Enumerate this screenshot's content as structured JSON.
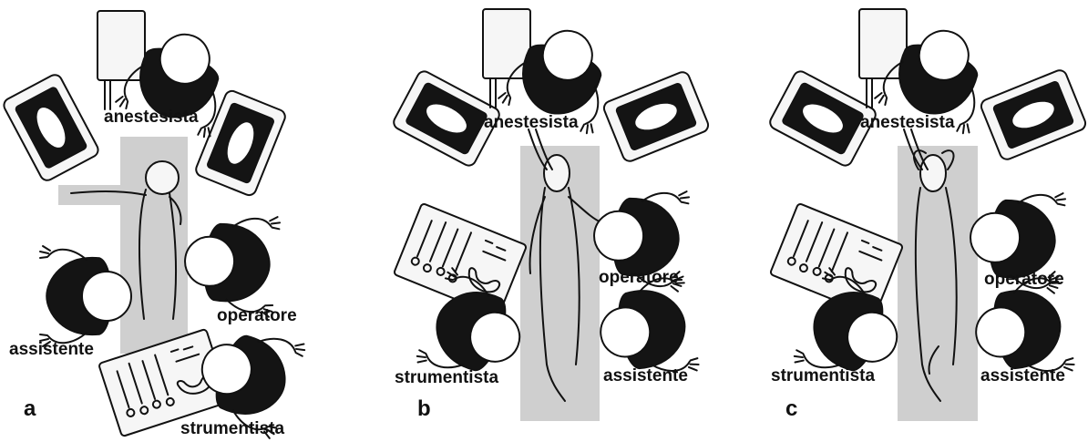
{
  "panels": [
    {
      "letter": "a",
      "labels": {
        "anesthetist": "anestesista",
        "operator": "operatore",
        "assistant": "assistente",
        "scrub_nurse": "strumentista"
      }
    },
    {
      "letter": "b",
      "labels": {
        "anesthetist": "anestesista",
        "operator": "operatore",
        "assistant": "assistente",
        "scrub_nurse": "strumentista"
      }
    },
    {
      "letter": "c",
      "labels": {
        "anesthetist": "anestesista",
        "operator": "operatore",
        "assistant": "assistente",
        "scrub_nurse": "strumentista"
      }
    }
  ],
  "colors": {
    "table": "#cfcfcf",
    "ink": "#111111",
    "background": "#ffffff"
  }
}
